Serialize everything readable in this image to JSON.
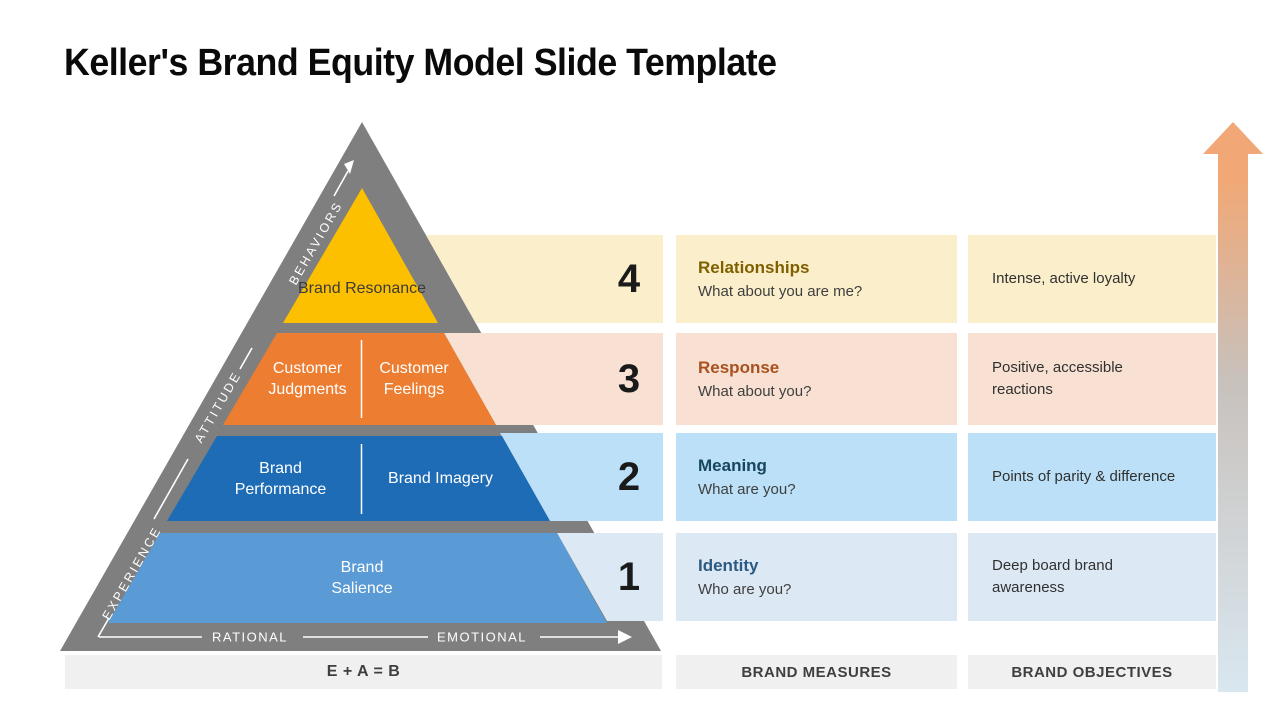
{
  "title": "Keller's Brand Equity Model Slide Template",
  "pyramid": {
    "frame_color": "#7F7F7F",
    "levels": [
      {
        "number": "4",
        "labels": [
          "Brand Resonance"
        ],
        "color": "#FDC000",
        "text_color": "#3B3B3B"
      },
      {
        "number": "3",
        "labels": [
          "Customer Judgments",
          "Customer Feelings"
        ],
        "color": "#ED7D31",
        "text_color": "#FFFFFF"
      },
      {
        "number": "2",
        "labels": [
          "Brand Performance",
          "Brand Imagery"
        ],
        "color": "#1E6CB5",
        "text_color": "#FFFFFF"
      },
      {
        "number": "1",
        "labels": [
          "Brand Salience"
        ],
        "color": "#5B9BD5",
        "text_color": "#FFFFFF"
      }
    ],
    "slope_labels": {
      "top": "BEHAVIORS",
      "middle": "ATTITUDE",
      "bottom": "EXPERIENCE"
    },
    "base_labels": {
      "left": "RATIONAL",
      "right": "EMOTIONAL"
    },
    "formula": "E + A = B"
  },
  "rows": [
    {
      "number": "4",
      "title": "Relationships",
      "question": "What about you are me?",
      "objective": "Intense, active loyalty",
      "bg": "#FBEFCB",
      "title_color": "#7F6000"
    },
    {
      "number": "3",
      "title": "Response",
      "question": "What about you?",
      "objective": "Positive, accessible reactions",
      "bg": "#F8E1D2",
      "title_color": "#A9511F"
    },
    {
      "number": "2",
      "title": "Meaning",
      "question": "What are you?",
      "objective": "Points of parity & difference",
      "bg": "#BBE0F7",
      "title_color": "#17465F"
    },
    {
      "number": "1",
      "title": "Identity",
      "question": "Who are you?",
      "objective": "Deep board brand awareness",
      "bg": "#DCE8F4",
      "title_color": "#2B5B82"
    }
  ],
  "footer": {
    "measures": "BRAND MEASURES",
    "objectives": "BRAND OBJECTIVES",
    "bg": "#F0F0F0"
  },
  "gradient_arrow": {
    "top_color": "#F1A876",
    "mid_color": "#C8C1BC",
    "bottom_color": "#D9E7F0"
  }
}
